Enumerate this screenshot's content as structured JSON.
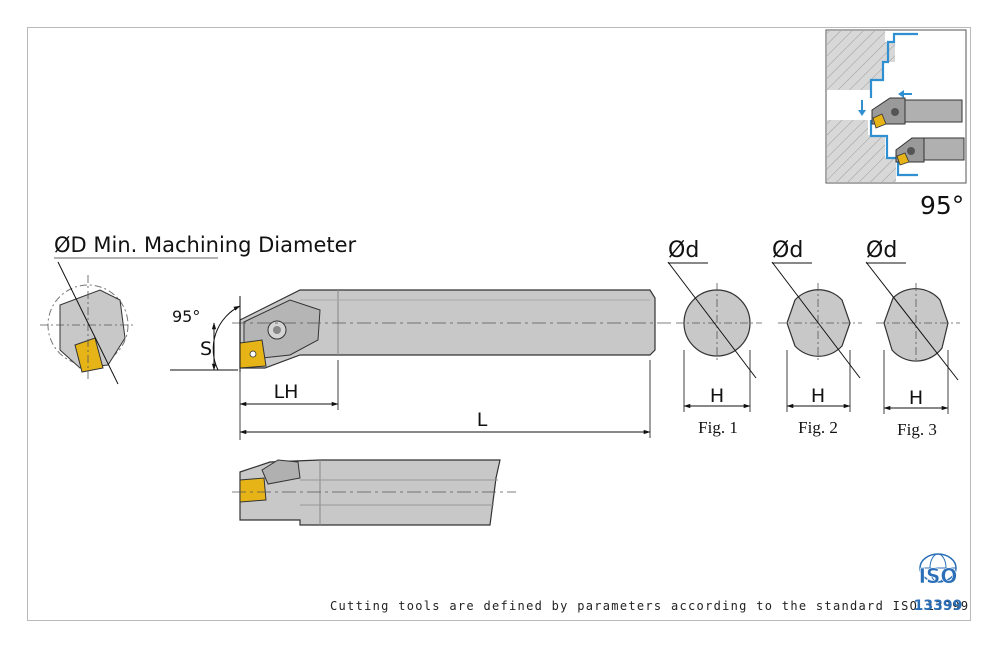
{
  "title": "ØD Min. Machining Diameter",
  "angle_main": "95°",
  "angle_small": "95°",
  "dims": {
    "s": "S",
    "lh": "LH",
    "l": "L",
    "d": "Ød",
    "h": "H"
  },
  "figures": [
    {
      "label": "Fig. 1",
      "d": "Ød",
      "h": "H"
    },
    {
      "label": "Fig. 2",
      "d": "Ød",
      "h": "H"
    },
    {
      "label": "Fig. 3",
      "d": "Ød",
      "h": "H"
    }
  ],
  "footnote": "Cutting tools are defined by parameters according to the standard ISO 13399",
  "logo": {
    "top": "ISO",
    "bottom": "13399"
  },
  "colors": {
    "insert": "#e7b417",
    "bar": "#c8c8c8",
    "bar_dark": "#9a9a9a",
    "path": "#2f8fd0",
    "logo": "#2a6fb7"
  }
}
